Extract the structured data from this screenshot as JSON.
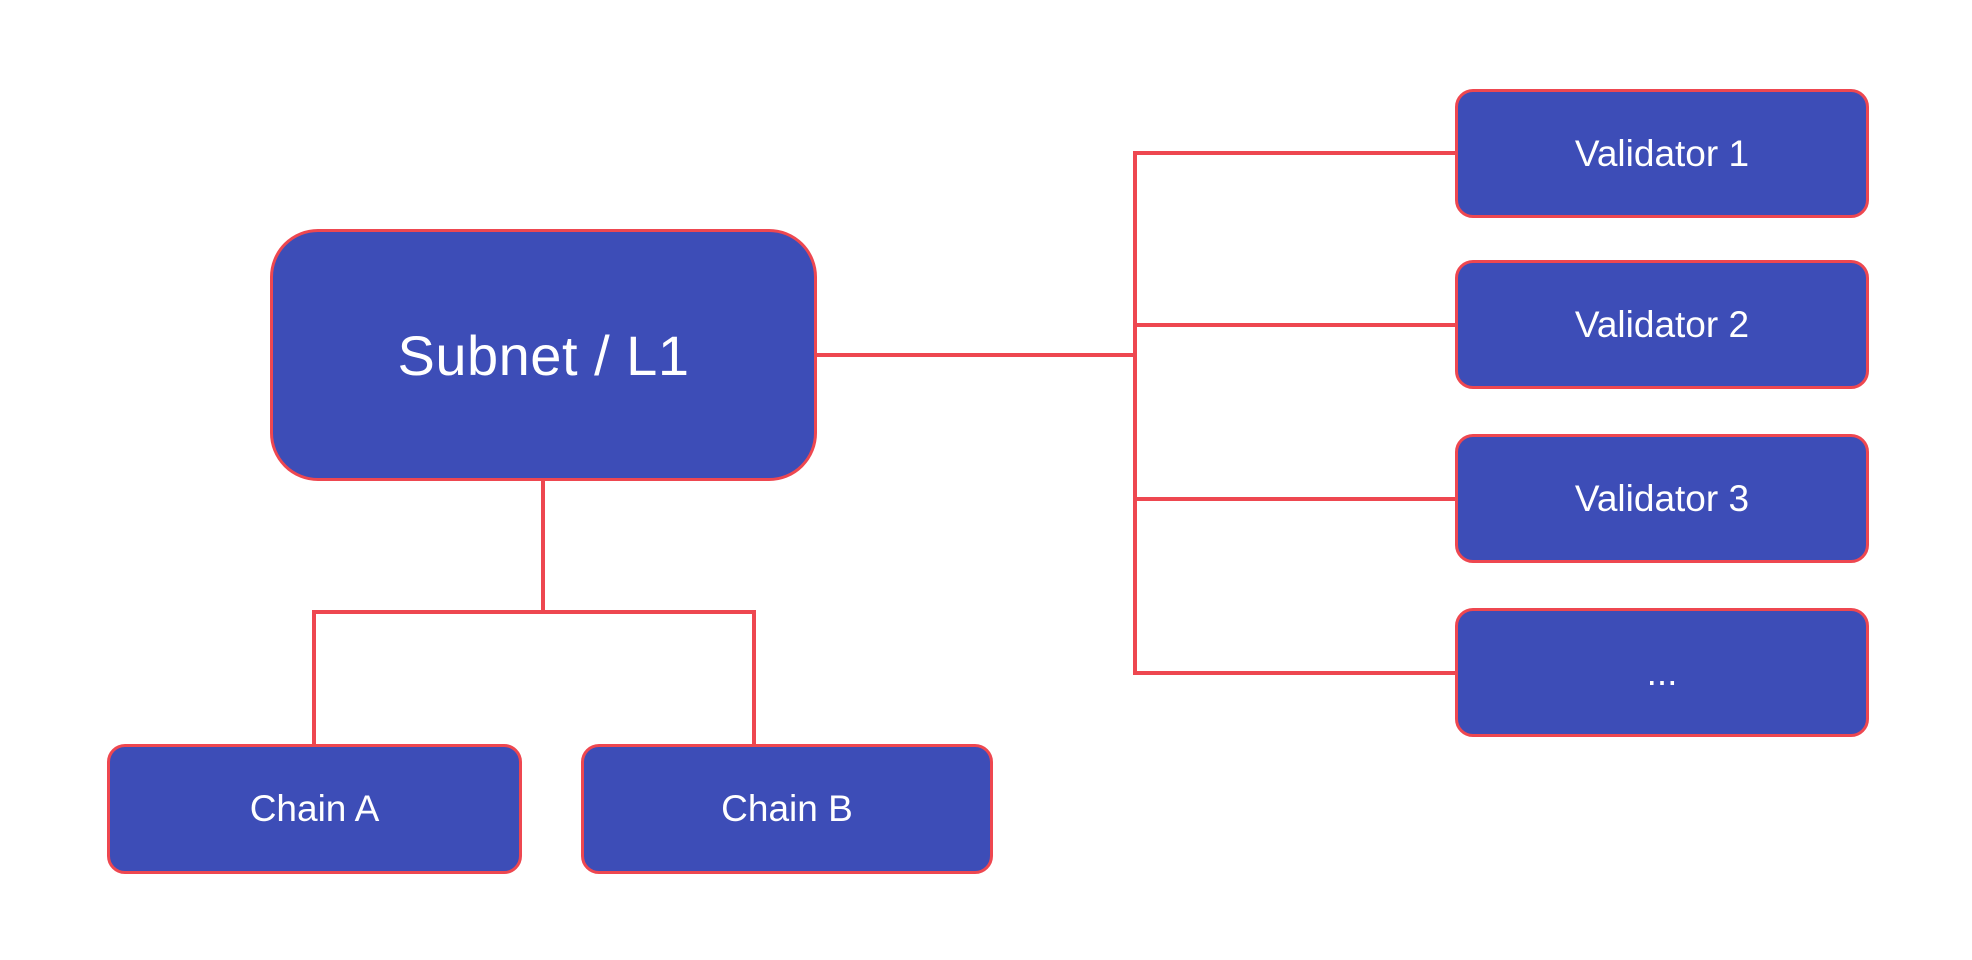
{
  "diagram": {
    "subnet": {
      "label": "Subnet / L1"
    },
    "validators": [
      {
        "label": "Validator 1"
      },
      {
        "label": "Validator 2"
      },
      {
        "label": "Validator 3"
      },
      {
        "label": "..."
      }
    ],
    "chains": [
      {
        "label": "Chain A"
      },
      {
        "label": "Chain B"
      }
    ]
  },
  "colors": {
    "node-fill": "#3d4db7",
    "accent": "#ee4750",
    "node-text": "#ffffff",
    "background": "#ffffff"
  }
}
